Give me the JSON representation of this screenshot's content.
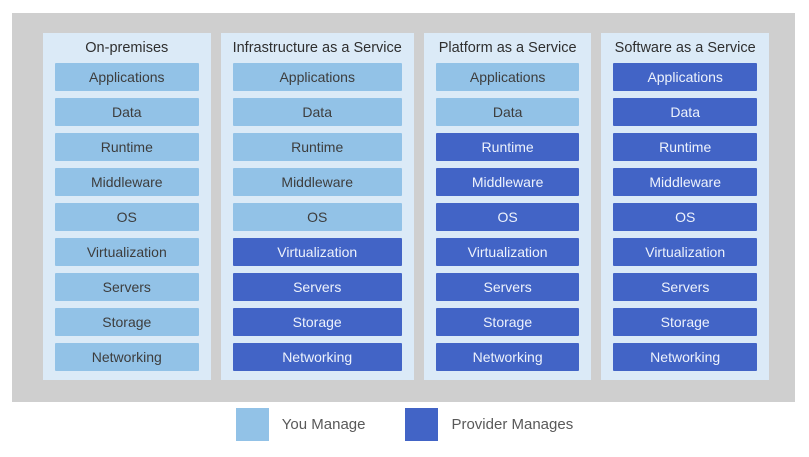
{
  "columns": [
    {
      "title": "On-premises",
      "layers": [
        {
          "label": "Applications",
          "managed_by": "you"
        },
        {
          "label": "Data",
          "managed_by": "you"
        },
        {
          "label": "Runtime",
          "managed_by": "you"
        },
        {
          "label": "Middleware",
          "managed_by": "you"
        },
        {
          "label": "OS",
          "managed_by": "you"
        },
        {
          "label": "Virtualization",
          "managed_by": "you"
        },
        {
          "label": "Servers",
          "managed_by": "you"
        },
        {
          "label": "Storage",
          "managed_by": "you"
        },
        {
          "label": "Networking",
          "managed_by": "you"
        }
      ]
    },
    {
      "title": "Infrastructure as a Service",
      "layers": [
        {
          "label": "Applications",
          "managed_by": "you"
        },
        {
          "label": "Data",
          "managed_by": "you"
        },
        {
          "label": "Runtime",
          "managed_by": "you"
        },
        {
          "label": "Middleware",
          "managed_by": "you"
        },
        {
          "label": "OS",
          "managed_by": "you"
        },
        {
          "label": "Virtualization",
          "managed_by": "provider"
        },
        {
          "label": "Servers",
          "managed_by": "provider"
        },
        {
          "label": "Storage",
          "managed_by": "provider"
        },
        {
          "label": "Networking",
          "managed_by": "provider"
        }
      ]
    },
    {
      "title": "Platform as a Service",
      "layers": [
        {
          "label": "Applications",
          "managed_by": "you"
        },
        {
          "label": "Data",
          "managed_by": "you"
        },
        {
          "label": "Runtime",
          "managed_by": "provider"
        },
        {
          "label": "Middleware",
          "managed_by": "provider"
        },
        {
          "label": "OS",
          "managed_by": "provider"
        },
        {
          "label": "Virtualization",
          "managed_by": "provider"
        },
        {
          "label": "Servers",
          "managed_by": "provider"
        },
        {
          "label": "Storage",
          "managed_by": "provider"
        },
        {
          "label": "Networking",
          "managed_by": "provider"
        }
      ]
    },
    {
      "title": "Software as a Service",
      "layers": [
        {
          "label": "Applications",
          "managed_by": "provider"
        },
        {
          "label": "Data",
          "managed_by": "provider"
        },
        {
          "label": "Runtime",
          "managed_by": "provider"
        },
        {
          "label": "Middleware",
          "managed_by": "provider"
        },
        {
          "label": "OS",
          "managed_by": "provider"
        },
        {
          "label": "Virtualization",
          "managed_by": "provider"
        },
        {
          "label": "Servers",
          "managed_by": "provider"
        },
        {
          "label": "Storage",
          "managed_by": "provider"
        },
        {
          "label": "Networking",
          "managed_by": "provider"
        }
      ]
    }
  ],
  "legend": {
    "items": [
      {
        "label": "You Manage",
        "managed_by": "you"
      },
      {
        "label": "Provider Manages",
        "managed_by": "provider"
      }
    ]
  },
  "colors": {
    "you_manage": "#92c2e7",
    "provider_manages": "#4264c6",
    "column_background": "#dbeaf7",
    "panel_background": "#cfcfcf",
    "page_background": "#ffffff"
  }
}
